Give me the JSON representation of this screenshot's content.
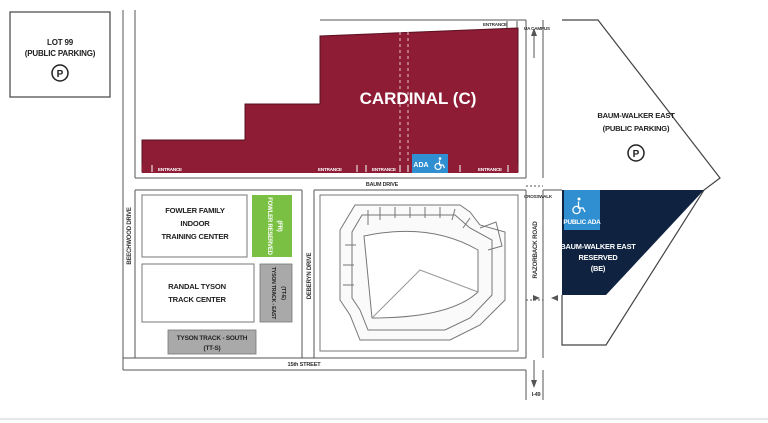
{
  "lots": {
    "lot99": {
      "title": "LOT 99",
      "subtitle": "(PUBLIC PARKING)",
      "symbol": "P"
    },
    "cardinal": {
      "title": "CARDINAL (C)",
      "color": "#8e1c35"
    },
    "baum_walker_east": {
      "title": "BAUM-WALKER EAST",
      "subtitle": "(PUBLIC PARKING)",
      "symbol": "P"
    },
    "baum_walker_reserved": {
      "title": "BAUM-WALKER EAST",
      "line2": "RESERVED",
      "line3": "(BE)",
      "color": "#0f2340"
    },
    "fowler_reserved": {
      "title": "FOWLER RESERVED",
      "code": "(FR)",
      "color": "#7ac143"
    },
    "tyson_east": {
      "title": "TYSON TRACK - EAST",
      "code": "(TT-E)",
      "color": "#a9a9a9"
    },
    "tyson_south": {
      "title": "TYSON TRACK - SOUTH",
      "code": "(TT-S)",
      "color": "#a9a9a9"
    }
  },
  "buildings": {
    "fowler": {
      "line1": "FOWLER FAMILY",
      "line2": "INDOOR",
      "line3": "TRAINING CENTER"
    },
    "randal_tyson": {
      "line1": "RANDAL TYSON",
      "line2": "TRACK CENTER"
    }
  },
  "entrances": {
    "label": "ENTRANCE",
    "ua_campus": "UA CAMPUS"
  },
  "ada": {
    "cardinal": "ADA",
    "public": "PUBLIC ADA",
    "color": "#2f8fd0"
  },
  "streets": {
    "baum": "BAUM DRIVE",
    "beechwood": "BEECHWOOD DRIVE",
    "deberyn": "DEBERYN DRIVE",
    "razorback": "RAZORBACK ROAD",
    "fifteenth": "15th STREET",
    "crosswalk": "CROSSWALK",
    "interstate": "I-49"
  }
}
